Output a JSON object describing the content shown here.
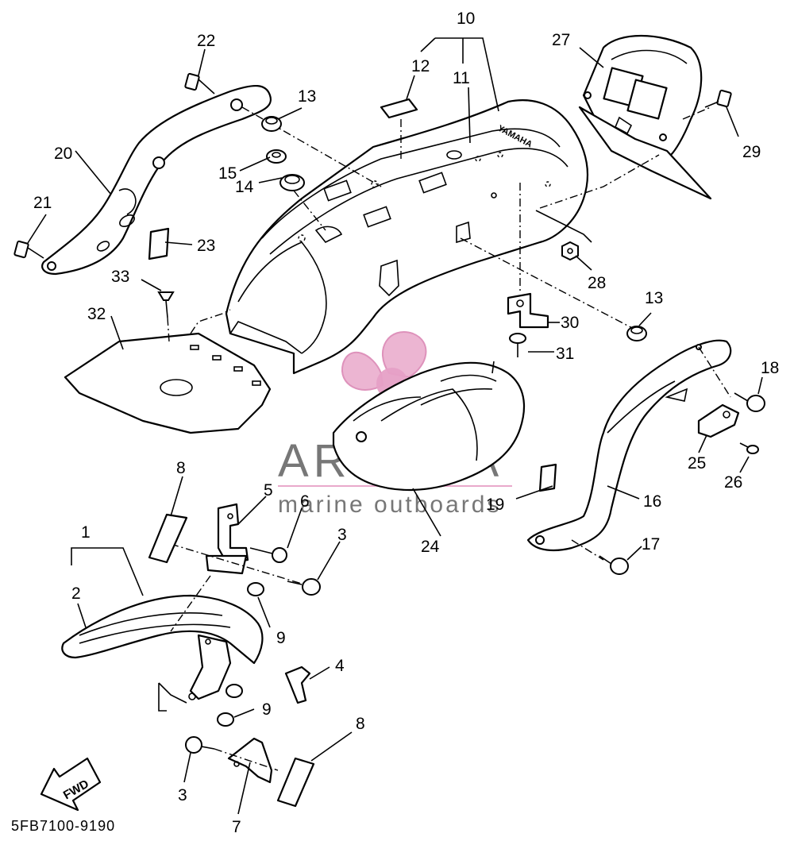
{
  "diagram": {
    "callouts": {
      "c1": "1",
      "c2": "2",
      "c3a": "3",
      "c3b": "3",
      "c4": "4",
      "c5": "5",
      "c6": "6",
      "c7": "7",
      "c8a": "8",
      "c8b": "8",
      "c9a": "9",
      "c9b": "9",
      "c10": "10",
      "c11": "11",
      "c12": "12",
      "c13a": "13",
      "c13b": "13",
      "c14": "14",
      "c15": "15",
      "c16": "16",
      "c17": "17",
      "c18": "18",
      "c19": "19",
      "c20": "20",
      "c21": "21",
      "c22": "22",
      "c23": "23",
      "c24": "24",
      "c25": "25",
      "c26": "26",
      "c27": "27",
      "c28": "28",
      "c29": "29",
      "c30": "30",
      "c31": "31",
      "c32": "32",
      "c33": "33"
    },
    "fender_logo": "YAMAHA",
    "fwd_label": "FWD",
    "drawing_code": "5FB7100-9190",
    "colors": {
      "line": "#000000",
      "background": "#ffffff",
      "watermark_text": "#777777",
      "watermark_logo": "#e9a9cb"
    }
  },
  "watermark": {
    "brand": "ARMADA",
    "tagline": "marine outboards"
  }
}
